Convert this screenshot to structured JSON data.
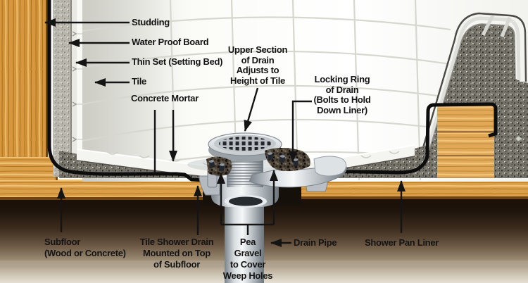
{
  "labels": {
    "studding": "Studding",
    "water_proof_board": "Water Proof Board",
    "thin_set": "Thin Set (Setting Bed)",
    "tile": "Tile",
    "concrete_mortar": "Concrete Mortar",
    "upper_section": [
      "Upper Section",
      "of Drain",
      "Adjusts to",
      "Height of Tile"
    ],
    "locking_ring": [
      "Locking Ring",
      "of Drain",
      "(Bolts to Hold",
      "Down Liner)"
    ],
    "subfloor": [
      "Subfloor",
      "(Wood or Concrete)"
    ],
    "tile_shower_drain": [
      "Tile Shower Drain",
      "Mounted on Top",
      "of Subfloor"
    ],
    "pea_gravel": [
      "Pea",
      "Gravel",
      "to Cover",
      "Weep Holes"
    ],
    "drain_pipe": "Drain Pipe",
    "shower_pan_liner": "Shower Pan Liner"
  },
  "colors": {
    "label_text": "#141414",
    "liner_black": "#0d0d0d",
    "wood": "#d6973f",
    "mortar_gray": "#76736a",
    "board_gray": "#b9b7ae",
    "tile_white": "#f6f6f2",
    "metal_light": "#e9ecee",
    "soil_dark": "#1a110a"
  }
}
